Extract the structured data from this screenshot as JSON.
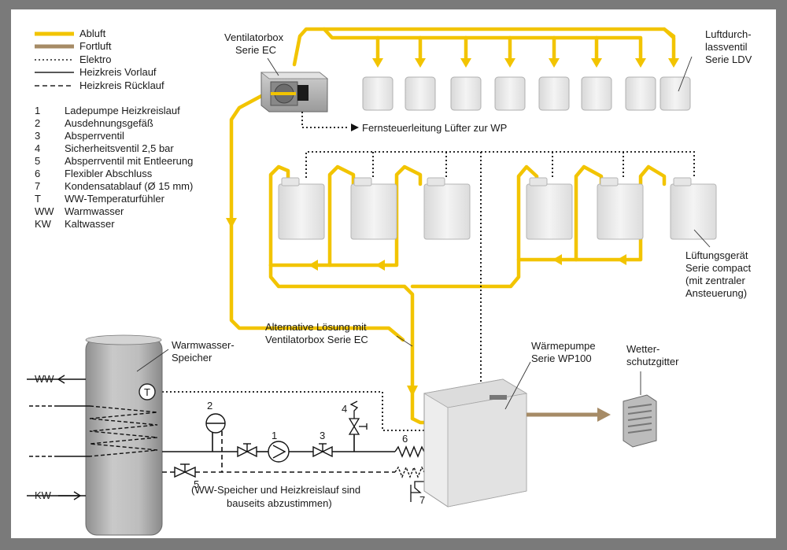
{
  "legend": {
    "items": [
      {
        "label": "Abluft",
        "color": "#f2c400",
        "style": "thick"
      },
      {
        "label": "Fortluft",
        "color": "#a68b66",
        "style": "thick"
      },
      {
        "label": "Elektro",
        "style": "dotted"
      },
      {
        "label": "Heizkreis Vorlauf",
        "style": "solid"
      },
      {
        "label": "Heizkreis Rücklauf",
        "style": "dashed"
      }
    ],
    "numbered": [
      {
        "num": "1",
        "text": "Ladepumpe Heizkreislauf"
      },
      {
        "num": "2",
        "text": "Ausdehnungsgefäß"
      },
      {
        "num": "3",
        "text": "Absperrventil"
      },
      {
        "num": "4",
        "text": "Sicherheitsventil 2,5 bar"
      },
      {
        "num": "5",
        "text": "Absperrventil mit Entleerung"
      },
      {
        "num": "6",
        "text": "Flexibler Abschluss"
      },
      {
        "num": "7",
        "text": "Kondensatablauf (Ø 15 mm)"
      },
      {
        "num": "T",
        "text": "WW-Temperaturfühler"
      },
      {
        "num": "WW",
        "text": "Warmwasser"
      },
      {
        "num": "KW",
        "text": "Kaltwasser"
      }
    ]
  },
  "labels": {
    "ventilatorbox": [
      "Ventilatorbox",
      "Serie EC"
    ],
    "luftdurchlass": [
      "Luftdurch-",
      "lassventil",
      "Serie LDV"
    ],
    "fernsteuer": "Fernsteuerleitung Lüfter zur WP",
    "lueftungsgeraet": [
      "Lüftungsgerät",
      "Serie compact",
      "(mit zentraler",
      "Ansteuerung)"
    ],
    "alternative": [
      "Alternative Lösung mit",
      "Ventilatorbox Serie EC"
    ],
    "speicher": [
      "Warmwasser-",
      "Speicher"
    ],
    "waermepumpe": [
      "Wärmepumpe",
      "Serie WP100"
    ],
    "wetterschutz": [
      "Wetter-",
      "schutzgitter"
    ],
    "ww": "WW",
    "kw": "KW",
    "t_symbol": "T",
    "bauseits": [
      "(WW-Speicher und Heizkreislauf sind",
      "bauseits abzustimmen)"
    ],
    "num_1": "1",
    "num_2": "2",
    "num_3": "3",
    "num_4": "4",
    "num_5": "5",
    "num_6": "6",
    "num_7": "7"
  },
  "colors": {
    "abluft": "#f2c400",
    "fortluft": "#a68b66",
    "frame_bg": "#7a7a7a"
  }
}
